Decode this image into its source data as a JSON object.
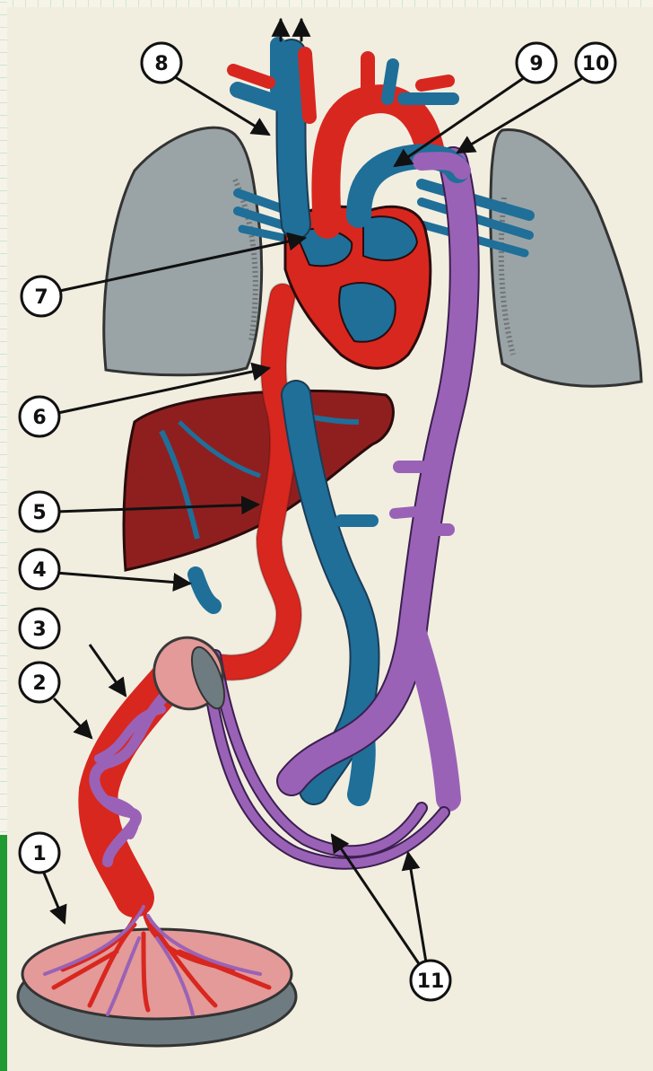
{
  "diagram": {
    "labels": [
      {
        "id": "1",
        "text": "1"
      },
      {
        "id": "2",
        "text": "2"
      },
      {
        "id": "3",
        "text": "3"
      },
      {
        "id": "4",
        "text": "4"
      },
      {
        "id": "5",
        "text": "5"
      },
      {
        "id": "6",
        "text": "6"
      },
      {
        "id": "7",
        "text": "7"
      },
      {
        "id": "8",
        "text": "8"
      },
      {
        "id": "9",
        "text": "9"
      },
      {
        "id": "10",
        "text": "10"
      },
      {
        "id": "11",
        "text": "11"
      }
    ],
    "colors": {
      "background": "#f1eee0",
      "oxygenated_artery": "#d8271f",
      "deoxygenated_vein": "#1f6f99",
      "mixed_vessel": "#9a62b6",
      "lung": "#9aa4a6",
      "liver": "#8f1f1f",
      "heart": "#d8271f",
      "placenta": "#e39a98",
      "placenta_rim": "#6e7c82"
    }
  }
}
